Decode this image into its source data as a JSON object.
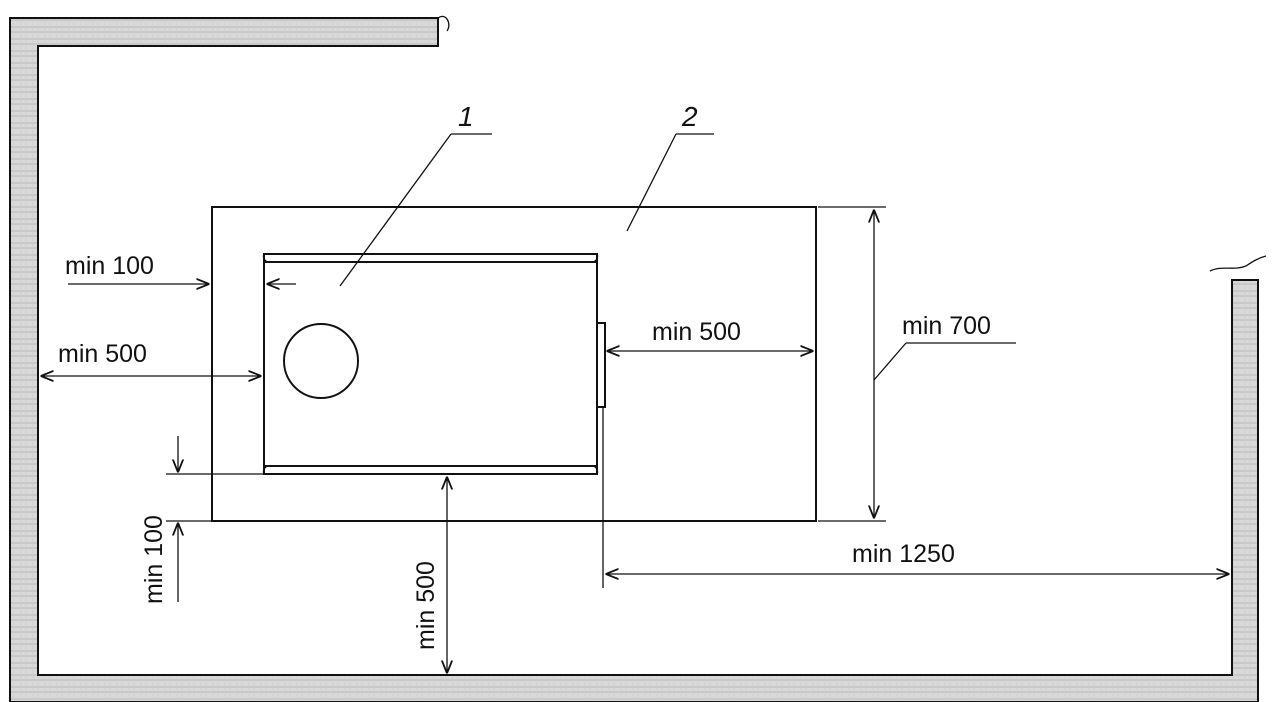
{
  "callouts": {
    "stove": "1",
    "base": "2"
  },
  "dimensions": {
    "min_100_left": "min 100",
    "min_500_left": "min 500",
    "min_500_right": "min 500",
    "min_700": "min 700",
    "min_100_bottom": "min 100",
    "min_500_bottom": "min 500",
    "min_1250": "min 1250"
  },
  "colors": {
    "line": "#111111",
    "wall_fill": "#d9d9d9",
    "wall_hatch": "#b8b8b8",
    "background": "#ffffff"
  }
}
